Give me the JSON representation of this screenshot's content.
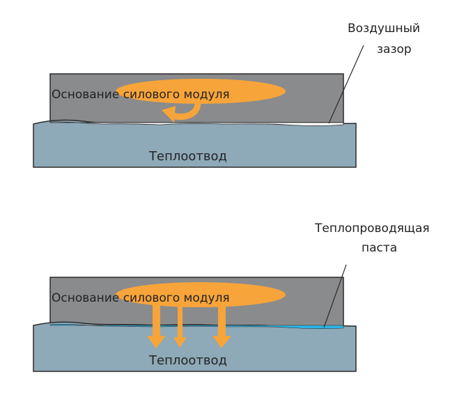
{
  "top_panel": {
    "base_label": "Основание силового модуля",
    "heatsink_label": "Теплоотвод",
    "callout_label": [
      "Воздушный",
      "зазор"
    ]
  },
  "bottom_panel": {
    "base_label": "Основание силового модуля",
    "heatsink_label": "Теплоотвод",
    "callout_label": [
      "Теплопроводящая",
      "паста"
    ]
  },
  "colors": {
    "base": "#8a8b8d",
    "heatsink": "#8ea9b8",
    "heat": "#f7a43a",
    "paste": "#29b6e8",
    "air_gap": "#ffffff",
    "outline": "#2a2a2a"
  }
}
